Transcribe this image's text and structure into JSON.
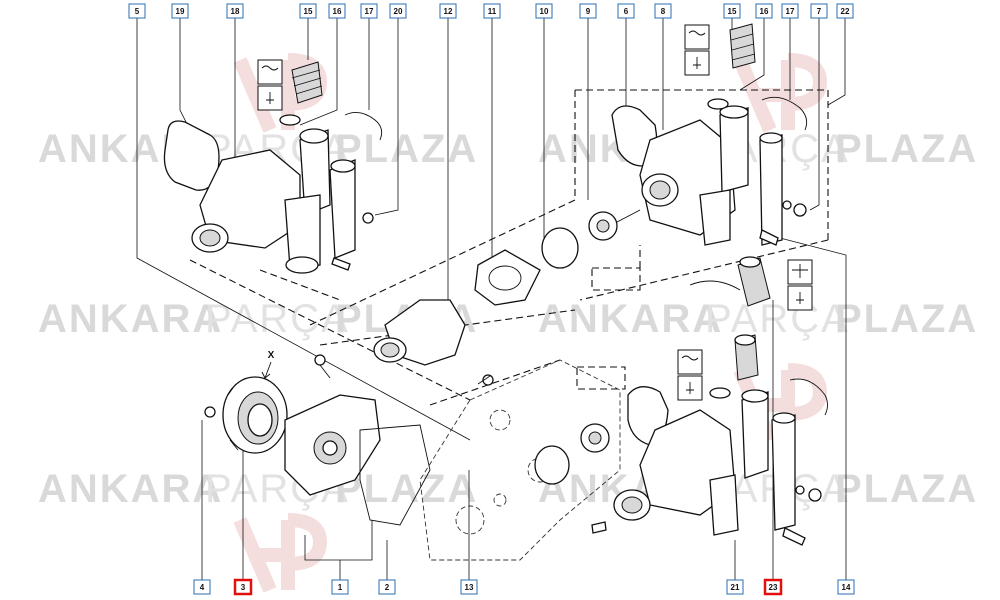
{
  "watermark": {
    "brand_a": "ANKARA",
    "brand_b": "PARÇA",
    "brand_c": "PLAZA",
    "logo_initials": "AP"
  },
  "callouts_top": [
    "5",
    "19",
    "18",
    "15",
    "16",
    "17",
    "20",
    "12",
    "11",
    "10",
    "9",
    "6",
    "8",
    "15",
    "16",
    "17",
    "7",
    "22"
  ],
  "callouts_bottom": [
    "4",
    "3",
    "1",
    "2",
    "13",
    "21",
    "23",
    "14"
  ],
  "highlighted_callouts": [
    "3",
    "23"
  ],
  "marker_label": "X"
}
